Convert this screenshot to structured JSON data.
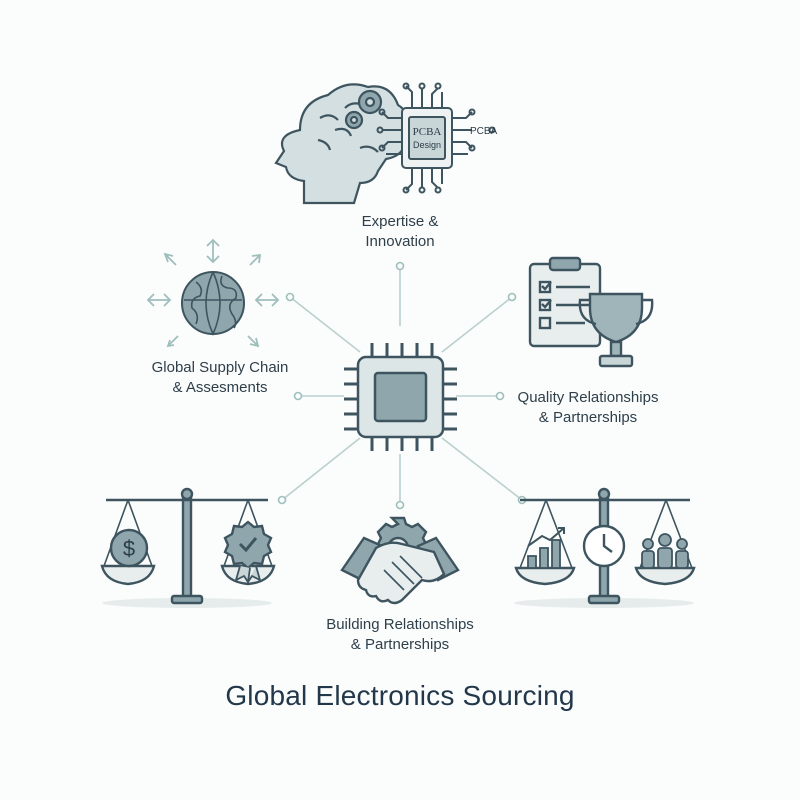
{
  "title": "Global Electronics Sourcing",
  "nodes": {
    "top": {
      "line1": "Expertise &",
      "line2": "Innovation",
      "chip_text_1": "PCBA",
      "chip_text_2": "Design",
      "chip_side_label": "PCBA"
    },
    "left": {
      "line1": "Global Supply Chain",
      "line2": "& Assesments"
    },
    "right": {
      "line1": "Quality Relationships",
      "line2": "& Partnerships"
    },
    "bottom": {
      "line1": "Building Relationships",
      "line2": "& Partnerships"
    },
    "bottom_left_icon": "balance-scale-dollar-quality-icon",
    "bottom_right_icon": "balance-scale-growth-time-people-icon",
    "center_icon": "microchip-icon"
  },
  "colors": {
    "stroke": "#3e5560",
    "fill_light": "#c9d6d8",
    "fill_mid": "#8fa6ad",
    "connector": "#b9d0cf",
    "title": "#22384a"
  }
}
